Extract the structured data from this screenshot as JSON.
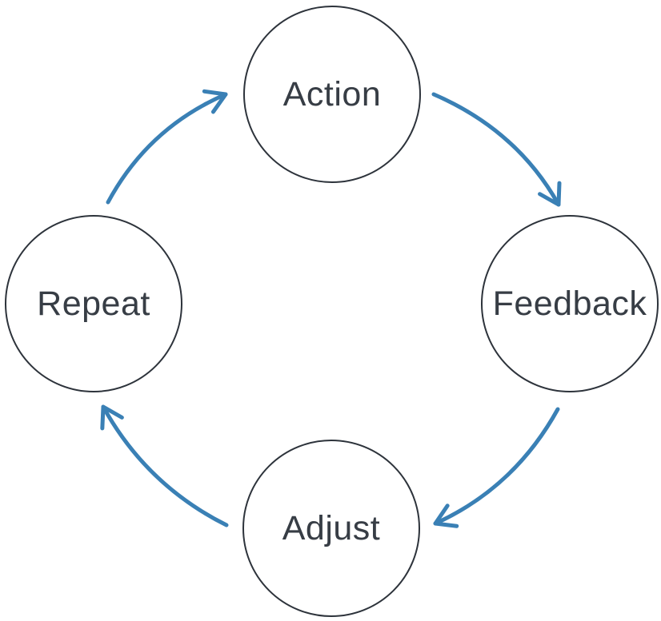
{
  "diagram": {
    "type": "cycle",
    "direction": "clockwise",
    "nodes": [
      {
        "id": "action",
        "label": "Action",
        "position": "top"
      },
      {
        "id": "feedback",
        "label": "Feedback",
        "position": "right"
      },
      {
        "id": "adjust",
        "label": "Adjust",
        "position": "bottom"
      },
      {
        "id": "repeat",
        "label": "Repeat",
        "position": "left"
      }
    ],
    "edges": [
      {
        "from": "action",
        "to": "feedback"
      },
      {
        "from": "feedback",
        "to": "adjust"
      },
      {
        "from": "adjust",
        "to": "repeat"
      },
      {
        "from": "repeat",
        "to": "action"
      }
    ],
    "colors": {
      "arrow": "#3a80b5",
      "circle_stroke": "#2d333b",
      "label_text": "#373d45",
      "background": "#ffffff"
    }
  }
}
